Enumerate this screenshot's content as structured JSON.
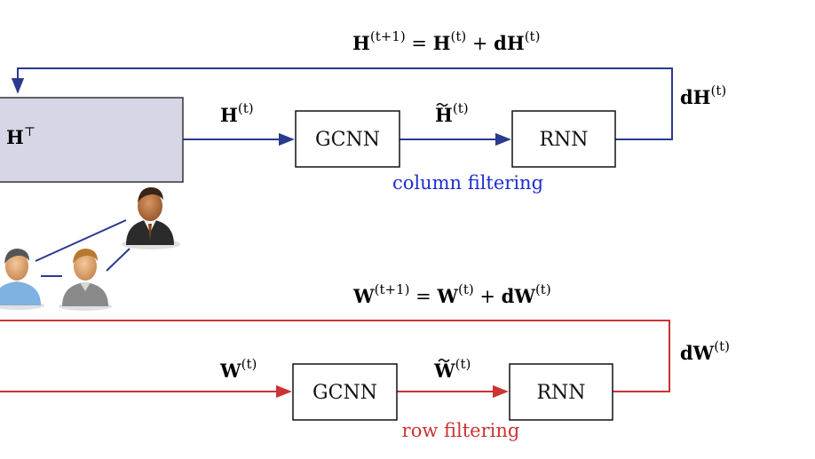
{
  "colors": {
    "blue": "#2b3a8f",
    "red": "#cc3333",
    "matrix_fill": "#d6d6e6",
    "box_stroke": "#111111"
  },
  "top_path": {
    "equation": {
      "lhs_base": "H",
      "lhs_sup": "(t+1)",
      "eq": " = ",
      "mid_base": "H",
      "mid_sup": "(t)",
      "plus": " + ",
      "rhs_base": "dH",
      "rhs_sup": "(t)"
    },
    "input_label": {
      "base": "H",
      "sup": "(t)"
    },
    "tilde_label": {
      "base": "H",
      "sup": "(t)"
    },
    "delta_label": {
      "base": "dH",
      "sup": "(t)"
    },
    "gcnn": "GCNN",
    "rnn": "RNN",
    "caption": "column filtering"
  },
  "matrix": {
    "base": "H",
    "sup": "⊤"
  },
  "bottom_path": {
    "equation": {
      "lhs_base": "W",
      "lhs_sup": "(t+1)",
      "eq": " = ",
      "mid_base": "W",
      "mid_sup": "(t)",
      "plus": " + ",
      "rhs_base": "dW",
      "rhs_sup": "(t)"
    },
    "input_label": {
      "base": "W",
      "sup": "(t)"
    },
    "tilde_label": {
      "base": "W",
      "sup": "(t)"
    },
    "delta_label": {
      "base": "dW",
      "sup": "(t)"
    },
    "gcnn": "GCNN",
    "rnn": "RNN",
    "caption": "row filtering"
  },
  "users_graph": {
    "icons": [
      "user-dark-suit-icon",
      "user-blonde-icon",
      "user-blue-shirt-icon"
    ]
  }
}
